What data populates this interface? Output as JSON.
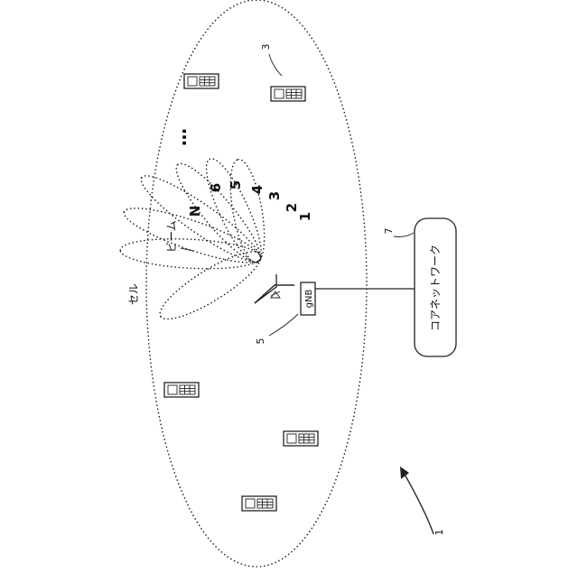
{
  "figure_number": "1",
  "cell_label": "セル",
  "beam_label": "ビーム",
  "beam_numbers": [
    "1",
    "2",
    "3",
    "4",
    "5",
    "6",
    "N"
  ],
  "beam_more": "…",
  "gnb_label": "gNB",
  "gnb_ref": "5",
  "ue_ref": "3",
  "core_label": "コアネットワーク",
  "core_ref": "7"
}
